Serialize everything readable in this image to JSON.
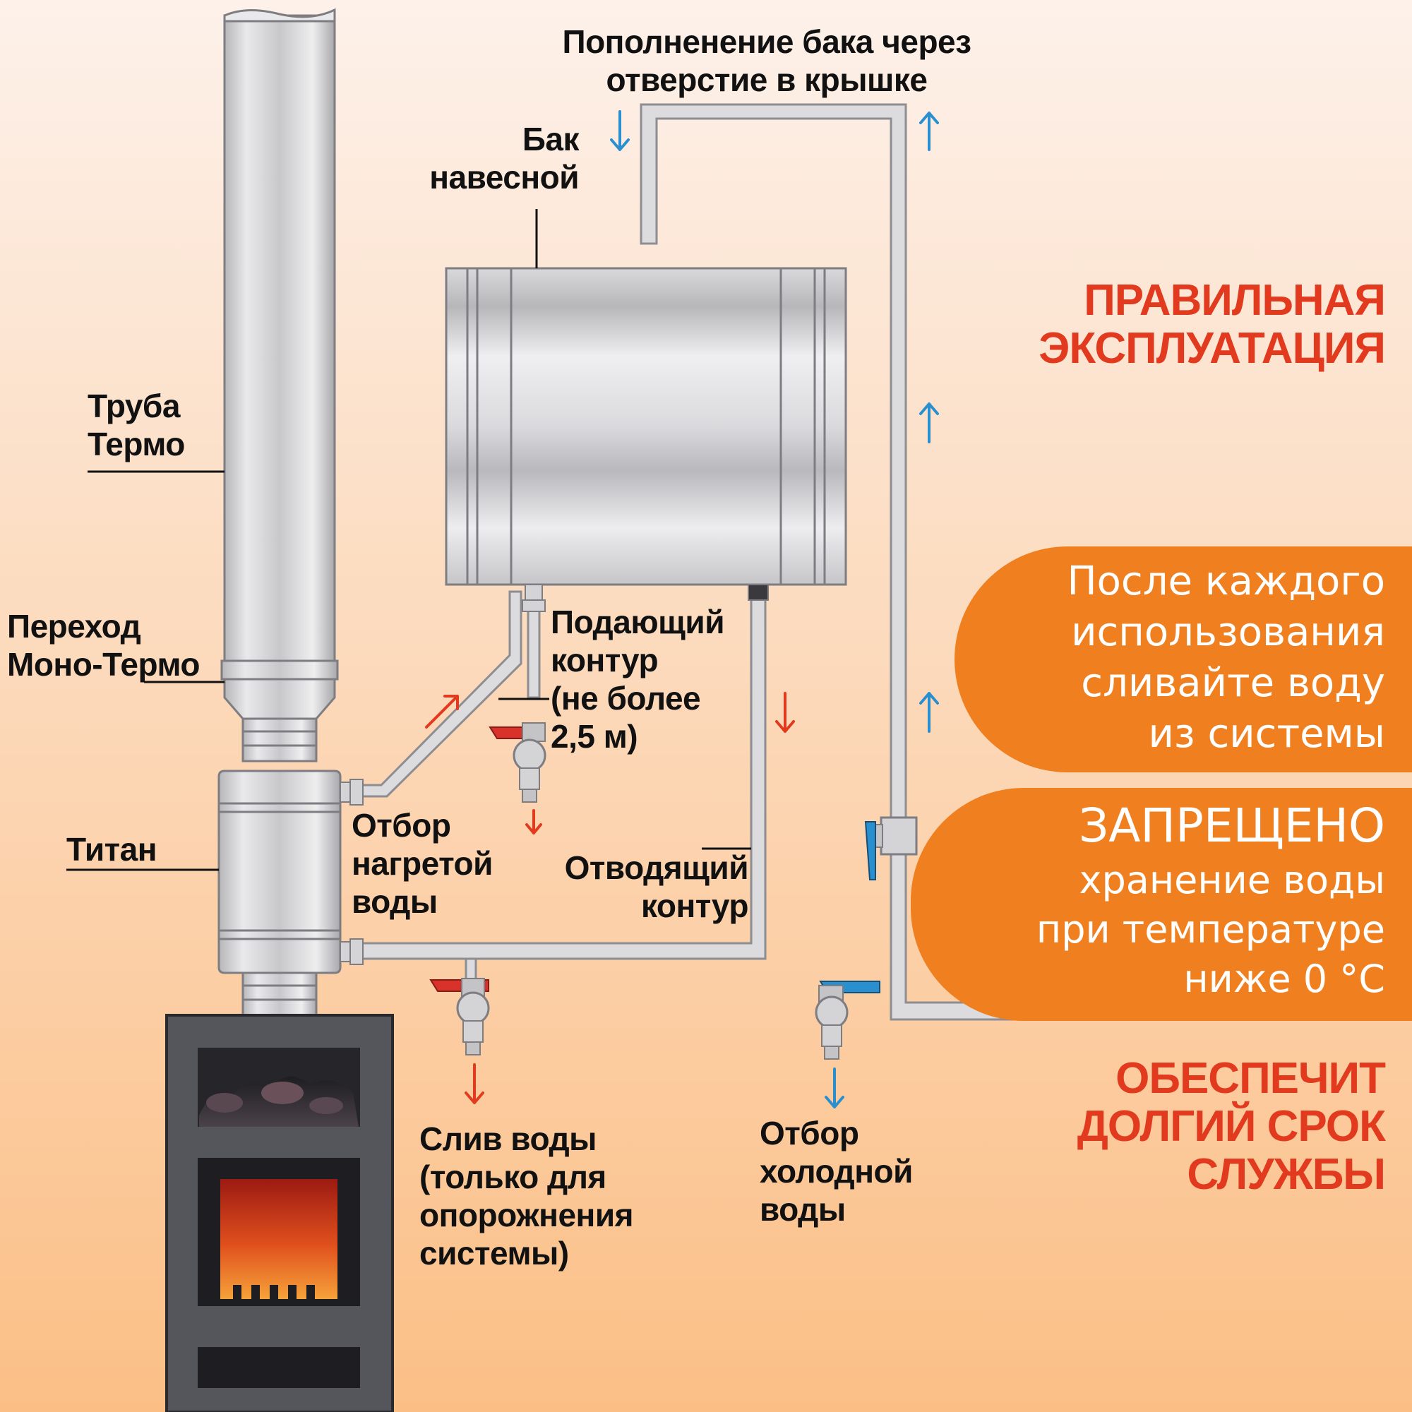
{
  "colors": {
    "background_top": "#fdf1ea",
    "background_bottom": "#fbbf86",
    "accent_red": "#e23a1e",
    "accent_orange": "#f07f1f",
    "hot_arrow": "#e23a1e",
    "cold_arrow": "#2a8fcf",
    "steel": "#c9c9cc",
    "stove_body": "#585860"
  },
  "labels": {
    "refill": "Пополненение бака через\nотверстие в крышке",
    "tank": "Бак\nнавесной",
    "chimney": "Труба\nТермо",
    "adapter": "Переход\nМоно-Термо",
    "titan": "Титан",
    "supply": "Подающий\nконтур\n(не более\n2,5 м)",
    "hot_outlet": "Отбор\nнагретой\nводы",
    "return": "Отводящий\nконтур",
    "drain": "Слив воды\n(только для\nопорожнения\nсистемы)",
    "cold_outlet": "Отбор\nхолодной\nводы"
  },
  "headline_top": "ПРАВИЛЬНАЯ\nЭКСПЛУАТАЦИЯ",
  "notice_drain": "После каждого\nиспользования\nсливайте воду\nиз системы",
  "notice_forbidden": {
    "title": "ЗАПРЕЩЕНО",
    "text": "хранение воды\nпри температуре\nниже 0 °С"
  },
  "headline_bottom": "ОБЕСПЕЧИТ\nДОЛГИЙ СРОК\nСЛУЖБЫ",
  "icons": {
    "hot_flow": "arrow-red",
    "cold_flow": "arrow-blue",
    "valve": "tap-valve"
  }
}
